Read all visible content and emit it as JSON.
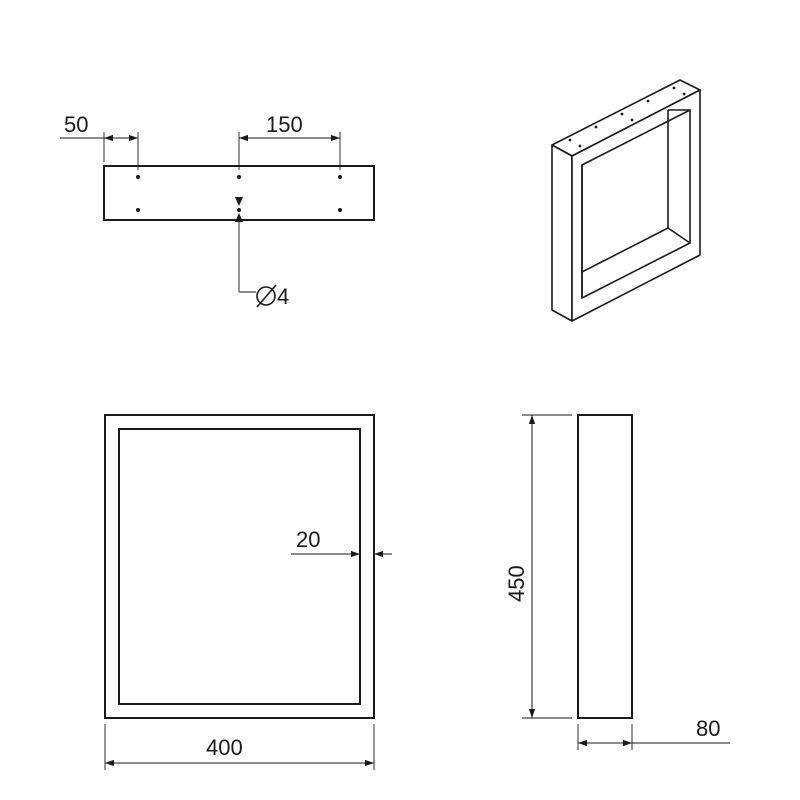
{
  "top_view": {
    "dim_edge_offset": "50",
    "dim_hole_spacing": "150",
    "dim_hole_diameter": "4",
    "diameter_symbol": "∅"
  },
  "front_view": {
    "dim_width": "400",
    "dim_wall_thickness": "20"
  },
  "side_view": {
    "dim_height": "450",
    "dim_depth": "80"
  }
}
